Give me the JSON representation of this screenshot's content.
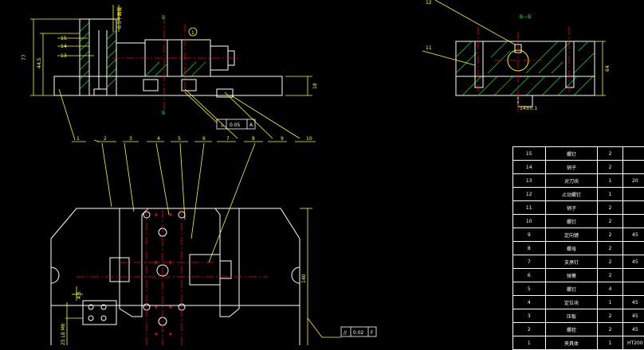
{
  "views": {
    "front": {
      "dims": {
        "height_77": "77",
        "height_44": "44.5",
        "height_18": "18",
        "flatness": "0.5平面度"
      },
      "section_label": "B",
      "balloon": "1",
      "tolerance": {
        "symbol": "⊥",
        "value": "0.05",
        "datum": "A"
      }
    },
    "section": {
      "title": "B—B",
      "dim_64": "64",
      "dim_small": "14±0.1",
      "leaders": [
        "11",
        "12"
      ]
    },
    "top": {
      "dim_140": "140",
      "tolerance": {
        "symbol": "//",
        "value": "0.02",
        "datum": "F"
      },
      "small_dim": "4.5",
      "vert_dim": "25 L8 M6"
    },
    "leaders": [
      "1",
      "2",
      "3",
      "4",
      "5",
      "6",
      "7",
      "8",
      "9",
      "10"
    ],
    "left_leaders": [
      "15",
      "14",
      "13"
    ]
  },
  "bom": {
    "rows": [
      {
        "no": "15",
        "name": "螺钉",
        "qty": "2",
        "mat": ""
      },
      {
        "no": "14",
        "name": "销子",
        "qty": "2",
        "mat": ""
      },
      {
        "no": "13",
        "name": "对刀块",
        "qty": "1",
        "mat": "20"
      },
      {
        "no": "12",
        "name": "止动螺钉",
        "qty": "1",
        "mat": ""
      },
      {
        "no": "11",
        "name": "销子",
        "qty": "2",
        "mat": ""
      },
      {
        "no": "10",
        "name": "螺钉",
        "qty": "2",
        "mat": ""
      },
      {
        "no": "9",
        "name": "定向键",
        "qty": "2",
        "mat": "45"
      },
      {
        "no": "8",
        "name": "螺母",
        "qty": "2",
        "mat": ""
      },
      {
        "no": "7",
        "name": "支承钉",
        "qty": "2",
        "mat": "45"
      },
      {
        "no": "6",
        "name": "弹簧",
        "qty": "2",
        "mat": ""
      },
      {
        "no": "5",
        "name": "螺钉",
        "qty": "4",
        "mat": ""
      },
      {
        "no": "4",
        "name": "定位块",
        "qty": "1",
        "mat": "45"
      },
      {
        "no": "3",
        "name": "压板",
        "qty": "2",
        "mat": "45"
      },
      {
        "no": "2",
        "name": "螺栓",
        "qty": "2",
        "mat": "45"
      },
      {
        "no": "1",
        "name": "夹具体",
        "qty": "1",
        "mat": "HT200"
      }
    ]
  },
  "colors": {
    "outline": "#ffffff",
    "dimension": "#ffff00",
    "centerline": "#ff0000",
    "hatch": "#00ff00",
    "background": "#000000"
  }
}
